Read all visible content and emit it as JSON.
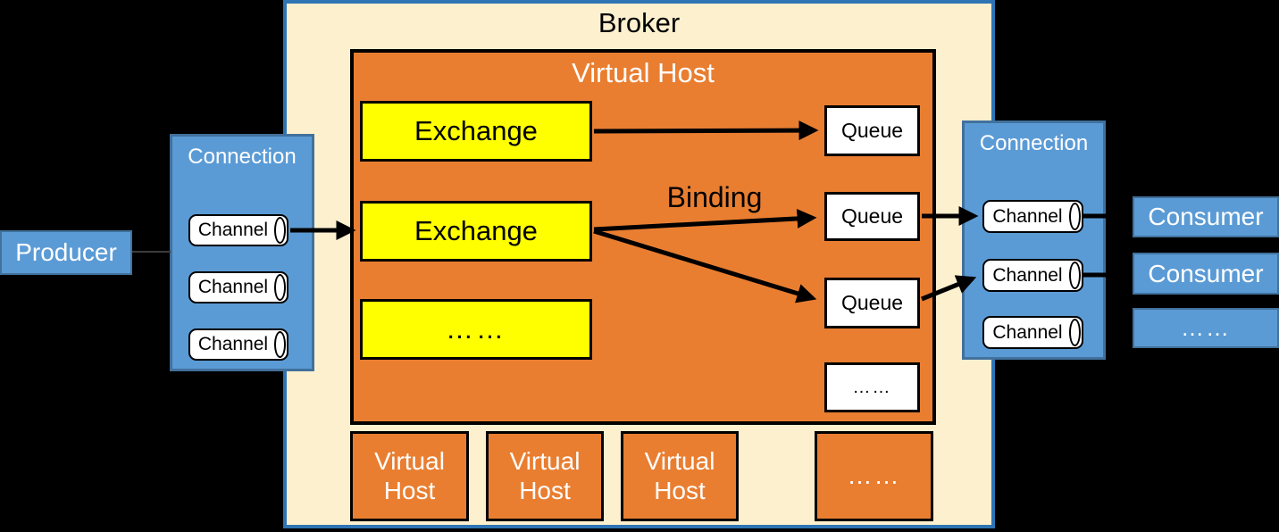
{
  "broker": {
    "title": "Broker"
  },
  "virtual_host": {
    "title": "Virtual Host",
    "exchange_1": "Exchange",
    "exchange_2": "Exchange",
    "exchange_more": "……",
    "queue_1": "Queue",
    "queue_2": "Queue",
    "queue_3": "Queue",
    "queue_more": "……",
    "binding_label": "Binding"
  },
  "virtual_host_row": {
    "item_1": "Virtual Host",
    "item_2": "Virtual Host",
    "item_3": "Virtual Host",
    "more": "……"
  },
  "producer": {
    "label": "Producer"
  },
  "connection_left": {
    "title": "Connection",
    "channel_1": "Channel",
    "channel_2": "Channel",
    "channel_3": "Channel"
  },
  "connection_right": {
    "title": "Connection",
    "channel_1": "Channel",
    "channel_2": "Channel",
    "channel_3": "Channel"
  },
  "consumers": {
    "consumer_1": "Consumer",
    "consumer_2": "Consumer",
    "more": "……"
  },
  "colors": {
    "background": "#000000",
    "broker_fill": "#FCF0CF",
    "broker_border": "#2E74B5",
    "orange_fill": "#E97E31",
    "yellow_fill": "#FFFF00",
    "blue_fill": "#5B9BD5",
    "blue_border": "#41719C",
    "arrow": "#000000"
  }
}
